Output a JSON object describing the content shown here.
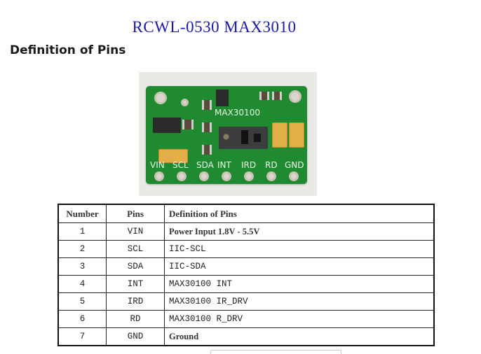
{
  "header": {
    "title": "RCWL-0530 MAX3010",
    "subtitle": "Definition of Pins"
  },
  "board_photo": {
    "chip_label": "MAX30100",
    "pin_labels": [
      "VIN",
      "SCL",
      "SDA",
      "INT",
      "IRD",
      "RD",
      "GND"
    ],
    "pcb_color": "#1f8a2f"
  },
  "pin_table": {
    "columns": [
      "Number",
      "Pins",
      "Definition of Pins"
    ],
    "rows": [
      {
        "number": "1",
        "pin": "VIN",
        "definition": "Power Input 1.8V - 5.5V"
      },
      {
        "number": "2",
        "pin": "SCL",
        "definition": "IIC-SCL"
      },
      {
        "number": "3",
        "pin": "SDA",
        "definition": "IIC-SDA"
      },
      {
        "number": "4",
        "pin": "INT",
        "definition": "MAX30100 INT"
      },
      {
        "number": "5",
        "pin": "IRD",
        "definition": "MAX30100 IR_DRV"
      },
      {
        "number": "6",
        "pin": "RD",
        "definition": "MAX30100 R_DRV"
      },
      {
        "number": "7",
        "pin": "GND",
        "definition": "Ground"
      }
    ]
  },
  "colors": {
    "title": "#1a1aa8",
    "subtitle": "#1b1b1b",
    "table_border": "#111111"
  }
}
